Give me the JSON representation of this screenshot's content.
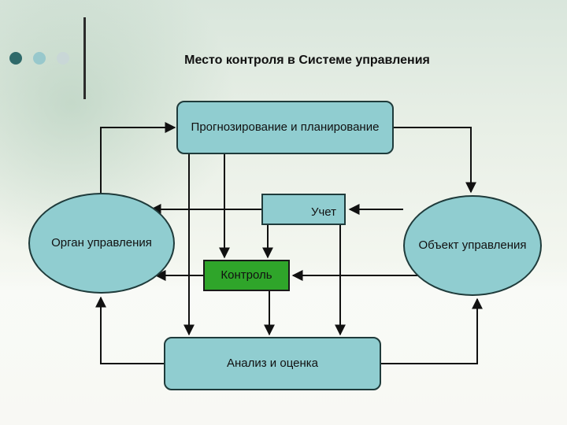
{
  "title": "Место контроля в Системе управления",
  "nodes": {
    "planning": "Прогнозирование и планирование",
    "accounting": "Учет",
    "management_body": "Орган управления",
    "managed_object": "Объект управления",
    "control": "Контроль",
    "analysis": "Анализ и оценка"
  },
  "colors": {
    "node_fill": "#90cdd0",
    "control_fill": "#2fa52a",
    "accent_dot_dark": "#2f6a6a",
    "accent_dot_mid": "#98c8cc",
    "accent_dot_light": "#c9d7d7"
  }
}
